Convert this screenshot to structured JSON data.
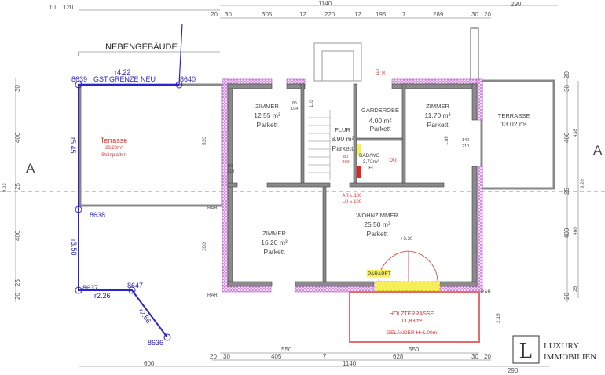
{
  "title": "NEBENGEBÄUDE",
  "boundary": {
    "label": "GST.GRENZE NEU",
    "points": [
      "8639",
      "8640",
      "8638",
      "8637",
      "8647",
      "8636"
    ],
    "segments": [
      "r4.22",
      "r5.45",
      "r3.50",
      "r2.26",
      "r2.56"
    ]
  },
  "rooms": {
    "terrasse_left": {
      "name": "Terrasse",
      "area": "28.20m²",
      "floor": "Steinplatten"
    },
    "zimmer1": {
      "name": "ZIMMER",
      "area": "12.55 m²",
      "floor": "Parkett"
    },
    "flur": {
      "name": "FLUR",
      "area": "8.90 m²",
      "floor": "Parkett"
    },
    "garderobe": {
      "name": "GARDEROBE",
      "area": "4.00 m²",
      "floor": "Parkett"
    },
    "bad": {
      "name": "BAD/WC",
      "area": "3,72m²",
      "floor": "Fl",
      "extra": "DU"
    },
    "zimmer2": {
      "name": "ZIMMER",
      "area": "11.70 m²",
      "floor": "Parkett"
    },
    "terrasse_right": {
      "name": "TERRASSE",
      "area": "13.02 m²"
    },
    "zimmer3": {
      "name": "ZIMMER",
      "area": "16.20 m²",
      "floor": "Parkett"
    },
    "wohnzimmer": {
      "name": "WOHNZIMMER",
      "area": "25.50 m²",
      "floor": "Parkett",
      "level": "+3.30"
    },
    "holzterrasse": {
      "name": "HOLZTERRASSE",
      "area": "11,83m²",
      "note": "GELÄNDER H=1.00m"
    }
  },
  "annotations": {
    "parapet": "PARAPET",
    "ar": "AR ≥ 100",
    "lu": "LÜ ≥ 100",
    "rar": "RAR",
    "section": "A",
    "door_85_194": [
      "85",
      "194"
    ],
    "door_80_200": [
      "80",
      "200"
    ],
    "door_80_210": [
      "80",
      "210"
    ],
    "d110": "110",
    "d140": [
      "140",
      "210"
    ],
    "d189": "1.89",
    "d530": "530",
    "d390": "390",
    "d215": "2.15",
    "d110_80": [
      "110",
      "80"
    ]
  },
  "dimensions": {
    "top_row1": [
      "10",
      "120",
      "1140",
      "290"
    ],
    "top_row2": [
      "20",
      "30",
      "305",
      "12",
      "220",
      "12",
      "195",
      "7",
      "289",
      "30",
      "20"
    ],
    "bottom_row1": [
      "550",
      "550"
    ],
    "bottom_row2": [
      "20",
      "30",
      "405",
      "7",
      "628",
      "30",
      "20"
    ],
    "bottom_row3": [
      "600",
      "1140",
      "290"
    ],
    "left": [
      "30",
      "400",
      "25",
      "9.23",
      "400",
      "25",
      "20"
    ],
    "right": [
      "20",
      "30",
      "400",
      "438",
      "25",
      "9.20",
      "400",
      "460",
      "25",
      "20"
    ]
  },
  "logo": {
    "letter": "L",
    "line1": "LUXURY",
    "line2": "IMMOBILIEN"
  }
}
